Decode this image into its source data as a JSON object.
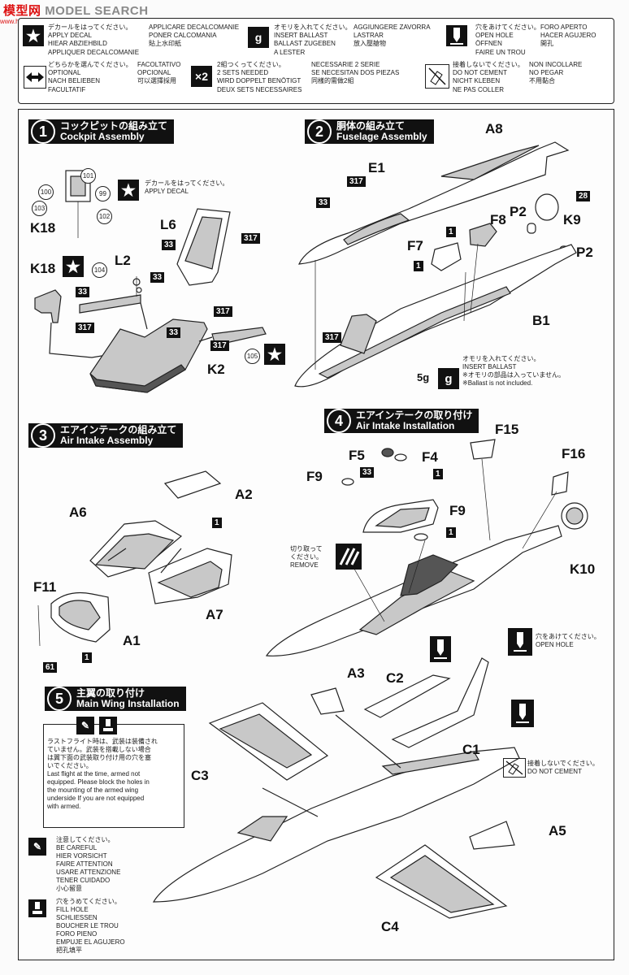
{
  "watermark": {
    "brand": "模型网",
    "site": "MODEL SEARCH",
    "url": "www.hasaa.com"
  },
  "legend": {
    "apply_decal": {
      "lines": "デカールをはってください。\nAPPLY DECAL\nHIEAR ABZIEHBILD\nAPPLIQUER DECALCOMANIE",
      "lines2": "APPLICARE DECALCOMANIE\nPONER CALCOMANIA\n貼上水印紙"
    },
    "ballast": {
      "symbol": "g",
      "lines": "オモリを入れてください。\nINSERT BALLAST\nBALLAST ZUGEBEN\nA LESTER",
      "lines2": "AGGIUNGERE ZAVORRA\nLASTRAR\n放入壓艙物"
    },
    "open_hole": {
      "lines": "穴をあけてください。\nOPEN HOLE\nÖFFNEN\nFAIRE UN TROU",
      "lines2": "FORO APERTO\nHACER AGUJERO\n開孔"
    },
    "optional": {
      "lines": "どちらかを選んでください。\nOPTIONAL\nNACH BELIEBEN\nFACULTATIF",
      "lines2": "FACOLTATIVO\nOPCIONAL\n可以選擇採用"
    },
    "two_sets": {
      "symbol": "×2",
      "lines": "2組つくってください。\n2 SETS NEEDED\nWIRD DOPPELT BENÖTIGT\nDEUX SETS NECESSAIRES",
      "lines2": "NECESSARIE 2 SERIE\nSE NECESITAN DOS PIEZAS\n同樣的需做2組"
    },
    "no_cement": {
      "lines": "接着しないでください。\nDO NOT CEMENT\nNICHT KLEBEN\nNE PAS COLLER",
      "lines2": "NON INCOLLARE\nNO PEGAR\n不用黏合"
    }
  },
  "step1": {
    "number": "1",
    "jp": "コックピットの組み立て",
    "en": "Cockpit Assembly",
    "decal_note": "デカールをはってください。\nAPPLY DECAL",
    "parts": {
      "k18a": "K18",
      "k18b": "K18",
      "l6": "L6",
      "l2": "L2",
      "k2": "K2"
    },
    "decals": [
      "101",
      "100",
      "99",
      "103",
      "102",
      "104",
      "105"
    ],
    "colors": [
      "33",
      "317",
      "33",
      "317",
      "33",
      "317",
      "33",
      "317"
    ]
  },
  "step2": {
    "number": "2",
    "jp": "胴体の組み立て",
    "en": "Fuselage Assembly",
    "parts": {
      "a8": "A8",
      "e1": "E1",
      "p2a": "P2",
      "p2b": "P2",
      "k9": "K9",
      "f8": "F8",
      "f7": "F7",
      "b1": "B1"
    },
    "colors": [
      "317",
      "33",
      "28",
      "1",
      "1",
      "317"
    ],
    "ballast_weight": "5g",
    "ballast_note": "オモリを入れてください。\nINSERT BALLAST\n※オモリの部品は入っていません。\n※Ballast is not included."
  },
  "step3": {
    "number": "3",
    "jp": "エアインテークの組み立て",
    "en": "Air Intake Assembly",
    "parts": {
      "a2": "A2",
      "a6": "A6",
      "a7": "A7",
      "a1": "A1",
      "f11": "F11"
    },
    "colors": [
      "1",
      "1",
      "61"
    ]
  },
  "step4": {
    "number": "4",
    "jp": "エアインテークの取り付け",
    "en": "Air Intake Installation",
    "parts": {
      "f15": "F15",
      "f5": "F5",
      "f4": "F4",
      "f9a": "F9",
      "f9b": "F9",
      "f16": "F16",
      "k10": "K10"
    },
    "colors": [
      "33",
      "1",
      "1"
    ],
    "remove_note": "切り取って\nください。\nREMOVE",
    "open_hole_note": "穴をあけてください。\nOPEN HOLE"
  },
  "step5": {
    "number": "5",
    "jp": "主翼の取り付け",
    "en": "Main Wing Installation",
    "parts": {
      "a3": "A3",
      "c2": "C2",
      "c1": "C1",
      "c3": "C3",
      "a5": "A5",
      "c4": "C4"
    },
    "no_cement_note": "接着しないでください。\nDO NOT CEMENT",
    "last_flight_note": "ラストフライト時は、武装は装備され\nていません。武装を搭載しない場合\nは翼下面の武装取り付け用の穴を塞\nいでください。\nLast flight at the time, armed not\nequipped. Please block the holes in\nthe mounting of the armed wing\nunderside If you are not equipped\nwith armed.",
    "careful_note": "注意してください。\nBE CAREFUL\nHIER VORSICHT\nFAIRE ATTENTION\nUSARE ATTENZIONE\nTENER CUIDADO\n小心留意",
    "fill_hole_note": "穴をうめてください。\nFILL HOLE\nSCHLIESSEN\nBOUCHER LE TROU\nFORO PIENO\nEMPUJE EL AGUJERO\n把孔填平"
  }
}
